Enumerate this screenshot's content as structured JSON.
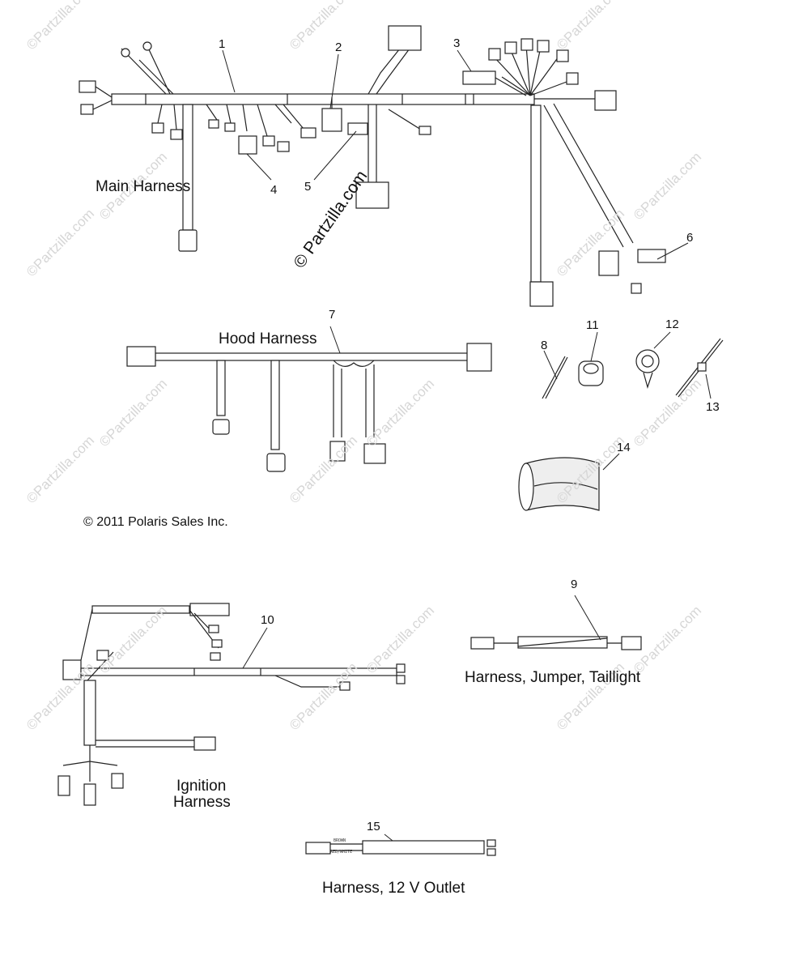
{
  "watermark": "©Partzilla.com",
  "brand_watermark": "© Partzilla.com",
  "copyright": "© 2011 Polaris Sales Inc.",
  "titles": {
    "main": "Main Harness",
    "hood": "Hood Harness",
    "jumper": "Harness, Jumper, Taillight",
    "ignition_1": "Ignition",
    "ignition_2": "Harness",
    "outlet": "Harness, 12 V Outlet"
  },
  "wire_labels": {
    "brown": "BROWN",
    "red_white": "RED/WHITE"
  },
  "callouts": [
    "1",
    "2",
    "3",
    "4",
    "5",
    "6",
    "7",
    "8",
    "9",
    "10",
    "11",
    "12",
    "13",
    "14",
    "15"
  ],
  "colors": {
    "line": "#222222",
    "watermark": "#d6d6d6"
  }
}
